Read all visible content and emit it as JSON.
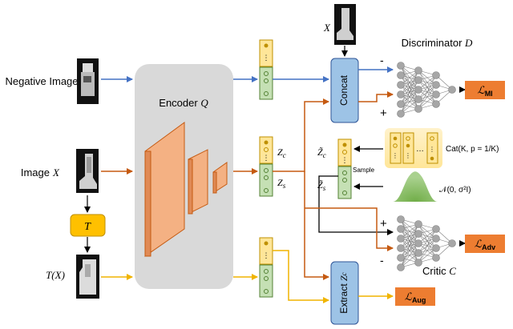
{
  "labels": {
    "negative_image": "Negative Image",
    "image_x_text": "Image",
    "image_x_var": "X",
    "tx": "T(X)",
    "t_box": "T",
    "encoder_text": "Encoder",
    "encoder_var": "Q",
    "x_top": "X",
    "concat": "Concat",
    "extract_text": "Extract",
    "extract_var": "Z",
    "extract_sub": "c",
    "discriminator_text": "Discriminator",
    "discriminator_var": "D",
    "critic_text": "Critic",
    "critic_var": "C",
    "zc": "Z",
    "zc_sub": "c",
    "zs": "Z",
    "zs_sub": "s",
    "zc_tilde": "Z̃",
    "zc_tilde_sub": "c",
    "zs_tilde": "Z̃",
    "zs_tilde_sub": "s",
    "sample": "Sample",
    "cat": "Cat(K, p = 1/K)",
    "normal": "𝒩(0, σ²I)",
    "loss_mi": "ℒ",
    "loss_mi_sub": "MI",
    "loss_adv": "ℒ",
    "loss_adv_sub": "Adv",
    "loss_aug": "ℒ",
    "loss_aug_sub": "Aug",
    "minus": "-",
    "plus": "+"
  },
  "colors": {
    "blue_arrow": "#4472c4",
    "orange_arrow": "#c55a11",
    "yellow_arrow": "#f0b400",
    "encoder_bg": "#d9d9d9",
    "layer_fill": "#f4b183",
    "layer_edge": "#c55a11",
    "zc_fill": "#ffe699",
    "zs_fill": "#c5e0b4",
    "concat_fill": "#9dc3e6",
    "loss_fill": "#ed7d31",
    "t_fill": "#ffc000",
    "node_fill": "#a6a6a6"
  }
}
